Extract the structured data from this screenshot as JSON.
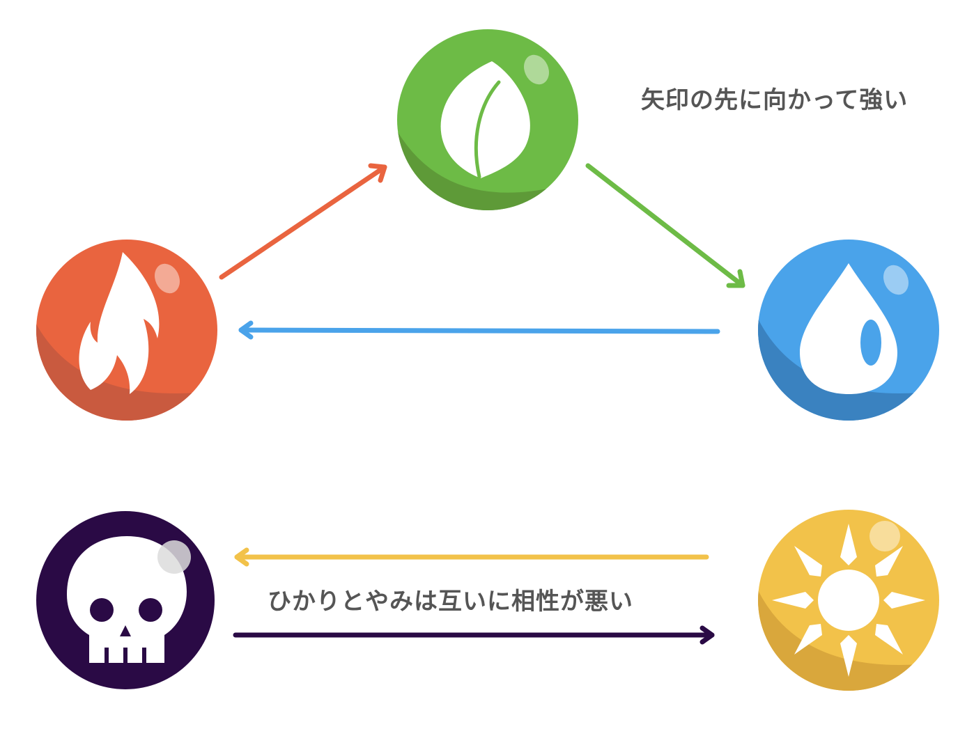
{
  "captions": {
    "top": "矢印の先に向かって強い",
    "bottom": "ひかりとやみは互いに相性が悪い"
  },
  "colors": {
    "grass": "#6dbb46",
    "grass_dark": "#5e9a38",
    "fire": "#e9643f",
    "fire_dark": "#c95a3f",
    "water": "#4aa3ea",
    "water_dark": "#3a82c0",
    "dark": "#2a0a45",
    "light": "#f2c24a",
    "light_dark": "#d9a73c",
    "caption_text": "#555555"
  },
  "elements": [
    {
      "id": "grass",
      "icon": "leaf-icon"
    },
    {
      "id": "fire",
      "icon": "flame-icon"
    },
    {
      "id": "water",
      "icon": "water-drop-icon"
    },
    {
      "id": "dark",
      "icon": "skull-icon"
    },
    {
      "id": "light",
      "icon": "sun-icon"
    }
  ],
  "relations": [
    {
      "from": "fire",
      "to": "grass",
      "meaning": "strong"
    },
    {
      "from": "grass",
      "to": "water",
      "meaning": "strong"
    },
    {
      "from": "water",
      "to": "fire",
      "meaning": "strong"
    },
    {
      "from": "light",
      "to": "dark",
      "meaning": "mutual"
    },
    {
      "from": "dark",
      "to": "light",
      "meaning": "mutual"
    }
  ]
}
